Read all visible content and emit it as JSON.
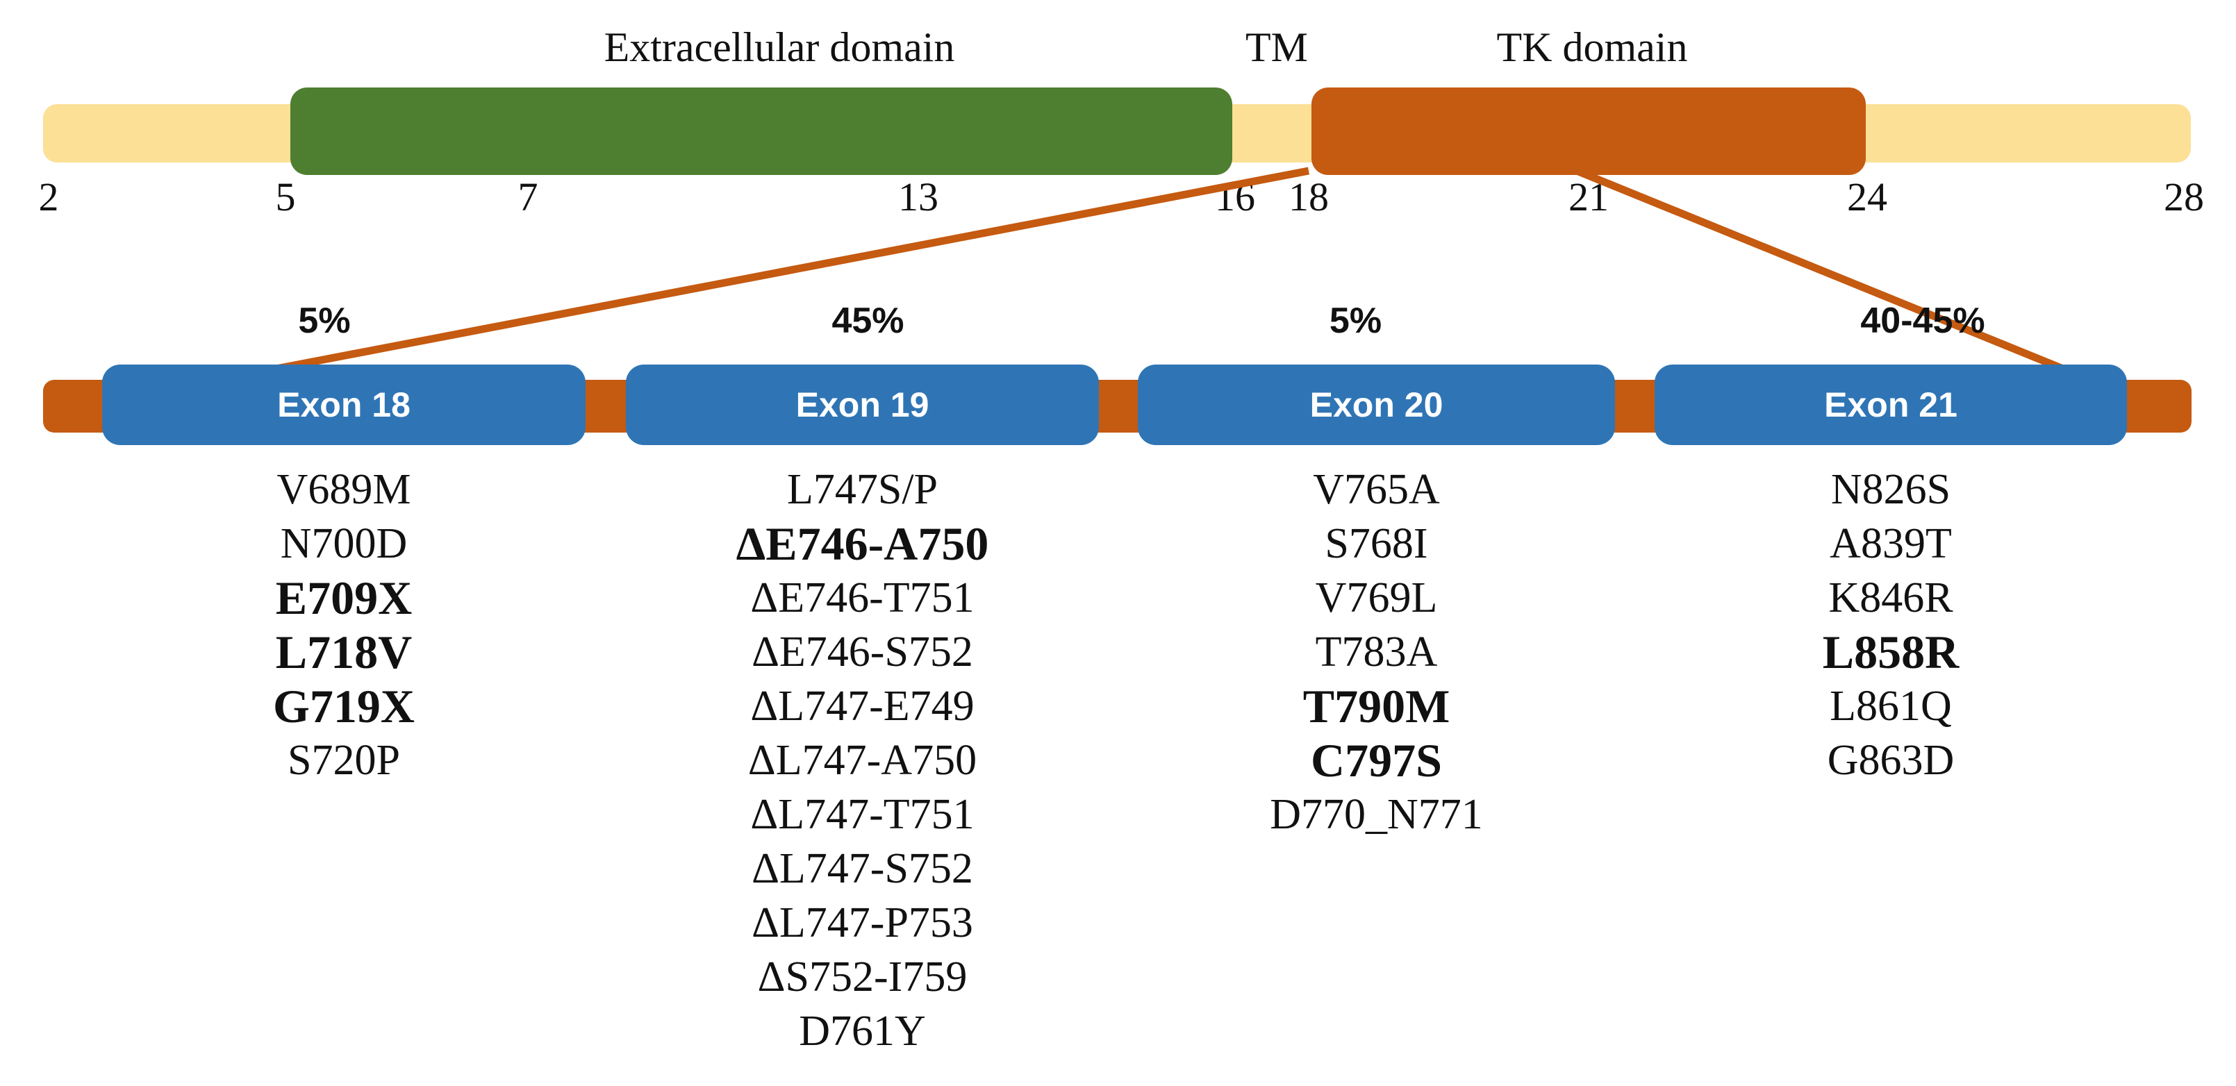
{
  "colors": {
    "backbone_yellow": "#FBE096",
    "extracellular_green": "#4E7E2F",
    "tk_orange": "#C55A11",
    "exon_blue": "#2F75B5",
    "connector_line": "#C55A11",
    "text_black": "#111111",
    "exon_label_white": "#FFFFFF"
  },
  "gene_bar": {
    "domains": [
      {
        "label": "Extracellular domain"
      },
      {
        "label": "TM"
      },
      {
        "label": "TK domain"
      }
    ],
    "exon_ticks": [
      "2",
      "5",
      "7",
      "13",
      "16",
      "18",
      "21",
      "24",
      "28"
    ]
  },
  "exon_track": {
    "exons": [
      {
        "name": "Exon 18",
        "frequency": "5%",
        "mutations": [
          {
            "text": "V689M",
            "bold": false
          },
          {
            "text": "N700D",
            "bold": false
          },
          {
            "text": "E709X",
            "bold": true
          },
          {
            "text": "L718V",
            "bold": true
          },
          {
            "text": "G719X",
            "bold": true
          },
          {
            "text": "S720P",
            "bold": false
          }
        ]
      },
      {
        "name": "Exon 19",
        "frequency": "45%",
        "mutations": [
          {
            "text": "L747S/P",
            "bold": false
          },
          {
            "text": "ΔE746-A750",
            "bold": true
          },
          {
            "text": "ΔE746-T751",
            "bold": false
          },
          {
            "text": "ΔE746-S752",
            "bold": false
          },
          {
            "text": "ΔL747-E749",
            "bold": false
          },
          {
            "text": "ΔL747-A750",
            "bold": false
          },
          {
            "text": "ΔL747-T751",
            "bold": false
          },
          {
            "text": "ΔL747-S752",
            "bold": false
          },
          {
            "text": "ΔL747-P753",
            "bold": false
          },
          {
            "text": "ΔS752-I759",
            "bold": false
          },
          {
            "text": "D761Y",
            "bold": false
          }
        ]
      },
      {
        "name": "Exon 20",
        "frequency": "5%",
        "mutations": [
          {
            "text": "V765A",
            "bold": false
          },
          {
            "text": "S768I",
            "bold": false
          },
          {
            "text": "V769L",
            "bold": false
          },
          {
            "text": "T783A",
            "bold": false
          },
          {
            "text": "T790M",
            "bold": true
          },
          {
            "text": "C797S",
            "bold": true
          },
          {
            "text": "D770_N771",
            "bold": false
          }
        ]
      },
      {
        "name": "Exon 21",
        "frequency": "40-45%",
        "mutations": [
          {
            "text": "N826S",
            "bold": false
          },
          {
            "text": "A839T",
            "bold": false
          },
          {
            "text": "K846R",
            "bold": false
          },
          {
            "text": "L858R",
            "bold": true
          },
          {
            "text": "L861Q",
            "bold": false
          },
          {
            "text": "G863D",
            "bold": false
          }
        ]
      }
    ]
  }
}
